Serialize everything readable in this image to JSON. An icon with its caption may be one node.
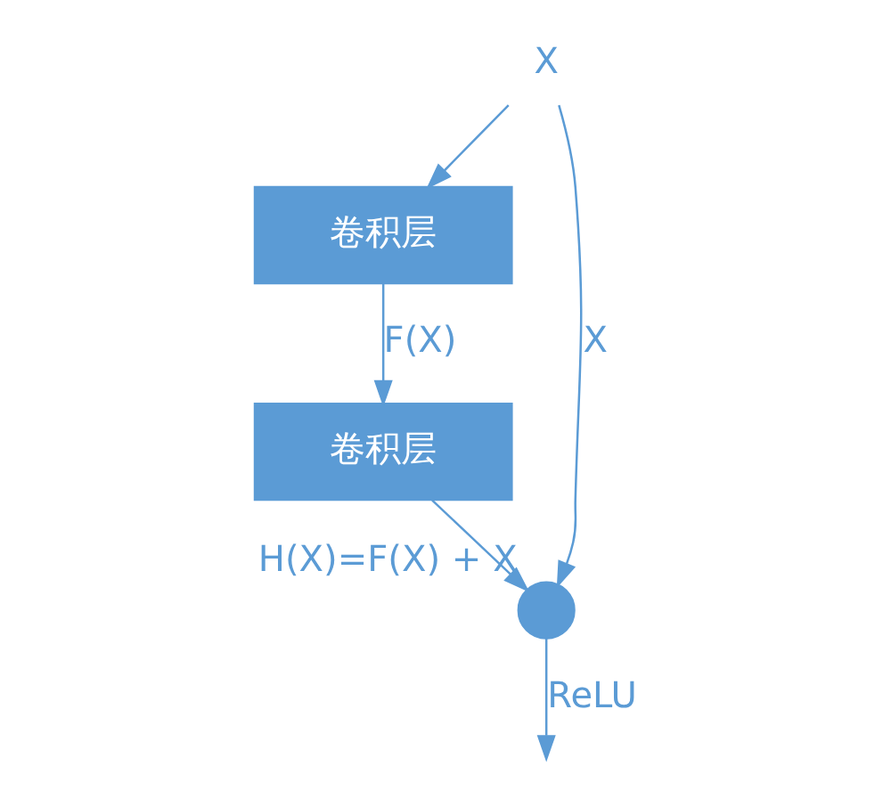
{
  "diagram": {
    "nodes": [
      {
        "text": [
          "X"
        ]
      },
      {
        "text": [
          "卷积层"
        ]
      },
      {
        "text": [
          "卷积层"
        ]
      },
      {
        "text": [],
        "shape": "circle",
        "beside": [
          "H(X)=F(X) + X"
        ]
      }
    ],
    "edges": [
      {
        "from": 0,
        "to": 1,
        "arrow": "to"
      },
      {
        "from": 1,
        "to": 2,
        "arrow": "to",
        "label": "F(X)"
      },
      {
        "from": 2,
        "to": 3,
        "arrow": "to"
      },
      {
        "from": 0,
        "to": 3,
        "arrow": "to",
        "label": "X"
      },
      {
        "from": 3,
        "to": null,
        "arrow": "to",
        "label": "ReLU"
      }
    ]
  }
}
